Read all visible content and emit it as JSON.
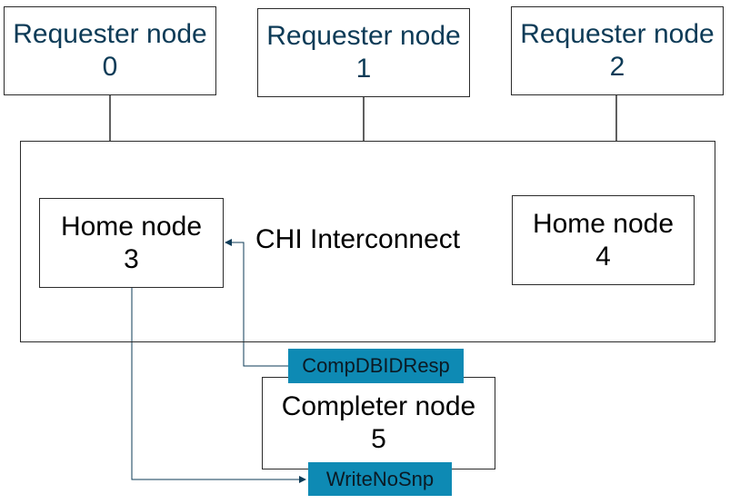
{
  "requesters": [
    {
      "title": "Requester node",
      "id": "0"
    },
    {
      "title": "Requester node",
      "id": "1"
    },
    {
      "title": "Requester node",
      "id": "2"
    }
  ],
  "interconnect": {
    "label": "CHI Interconnect"
  },
  "home_nodes": [
    {
      "title": "Home node",
      "id": "3"
    },
    {
      "title": "Home node",
      "id": "4"
    }
  ],
  "completer": {
    "title": "Completer node",
    "id": "5"
  },
  "messages": {
    "response": "CompDBIDResp",
    "request": "WriteNoSnp"
  },
  "colors": {
    "message_badge": "#0e8ab4",
    "requester_text": "#0d3b57",
    "wire": "#0d3b57"
  }
}
